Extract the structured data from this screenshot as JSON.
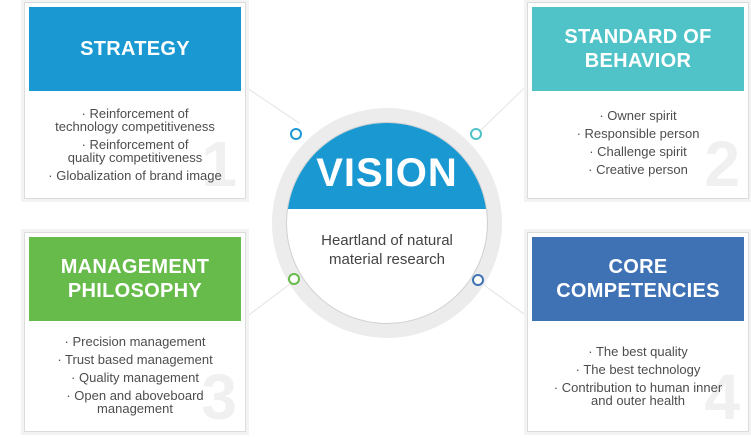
{
  "colors": {
    "strategy": "#1a98d2",
    "standard": "#4fc3c8",
    "management": "#66bb4a",
    "core": "#3f72b5",
    "vision": "#1a98d2"
  },
  "vision": {
    "title": "VISION",
    "text": "Heartland of natural\nmaterial research"
  },
  "cards": {
    "strategy": {
      "title": "STRATEGY",
      "number": "1",
      "items": [
        "Reinforcement of\ntechnology competitiveness",
        "Reinforcement of\nquality competitiveness",
        "Globalization of brand image"
      ]
    },
    "standard": {
      "title": "STANDARD OF\nBEHAVIOR",
      "number": "2",
      "items": [
        "Owner spirit",
        "Responsible person",
        "Challenge spirit",
        "Creative person"
      ]
    },
    "management": {
      "title": "MANAGEMENT\nPHILOSOPHY",
      "number": "3",
      "items": [
        "Precision management",
        "Trust based management",
        "Quality management",
        "Open and aboveboard\nmanagement"
      ]
    },
    "core": {
      "title": "CORE\nCOMPETENCIES",
      "number": "4",
      "items": [
        "The best quality",
        "The best technology",
        "Contribution to human inner\nand outer health"
      ]
    }
  }
}
